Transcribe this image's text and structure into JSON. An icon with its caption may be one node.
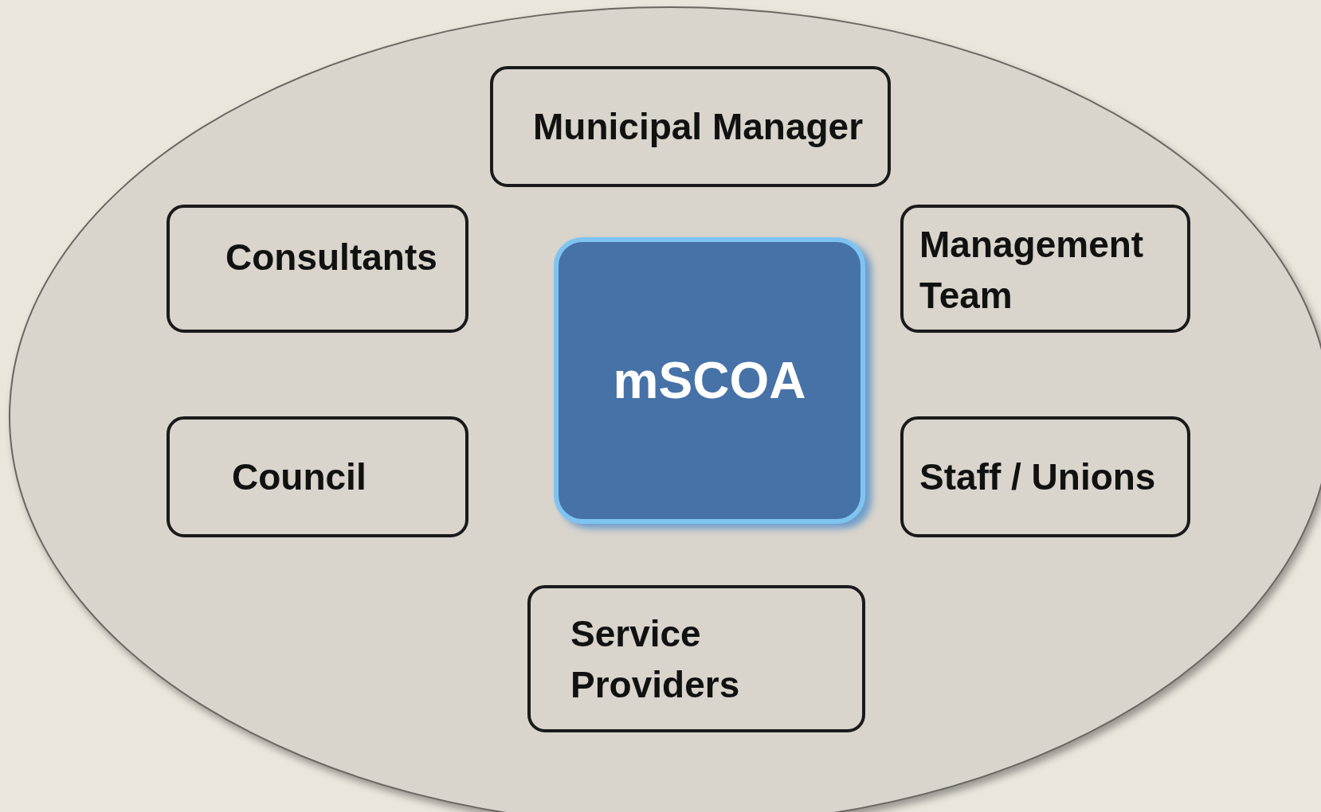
{
  "diagram": {
    "nodes": [
      {
        "text": [],
        "shape": "ellipse"
      },
      {
        "text": [
          "Municipal Manager"
        ],
        "in": 0
      },
      {
        "text": [
          "Consultants"
        ],
        "in": 0
      },
      {
        "text": [
          "Management Team"
        ],
        "in": 0
      },
      {
        "text": [
          "mSCOA"
        ],
        "in": 0
      },
      {
        "text": [
          "Council"
        ],
        "in": 0
      },
      {
        "text": [
          "Staff / Unions"
        ],
        "in": 0
      },
      {
        "text": [
          "Service Providers"
        ],
        "in": 0
      }
    ]
  }
}
